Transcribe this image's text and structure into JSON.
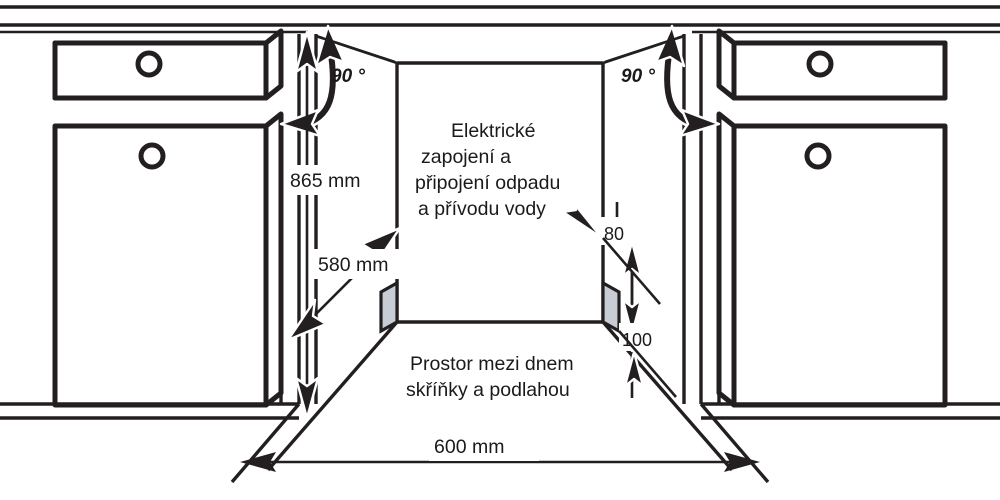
{
  "diagram": {
    "title": "Dishwasher installation niche dimensions",
    "language": "cs",
    "labels": {
      "angle_left": "90 °",
      "angle_right": "90 °",
      "height_865": "865 mm",
      "depth_580": "580 mm",
      "width_600": "600 mm",
      "dim_80": "80",
      "dim_100": "100",
      "note_services": "Elektrické\nzapojení a\npřipojení odpadu\na přívodu vody",
      "note_services_line1": "Elektrické",
      "note_services_line2": "zapojení a",
      "note_services_line3": "připojení odpadu",
      "note_services_line4": "a přívodu vody",
      "note_plinth_line1": "Prostor mezi dnem",
      "note_plinth_line2": "skříňky a podlahou"
    },
    "measurements": [
      {
        "name": "niche-height",
        "value": "865",
        "unit": "mm"
      },
      {
        "name": "niche-depth",
        "value": "580",
        "unit": "mm"
      },
      {
        "name": "niche-width",
        "value": "600",
        "unit": "mm"
      },
      {
        "name": "services-zone-upper",
        "value": "80",
        "unit": ""
      },
      {
        "name": "services-zone-lower",
        "value": "100",
        "unit": ""
      },
      {
        "name": "door-opening-angle-left",
        "value": "90",
        "unit": "°"
      },
      {
        "name": "door-opening-angle-right",
        "value": "90",
        "unit": "°"
      }
    ],
    "colors": {
      "line": "#231f20",
      "plinth_fill": "#c8ccd4",
      "background": "#ffffff",
      "text": "#1a1a1a"
    }
  }
}
